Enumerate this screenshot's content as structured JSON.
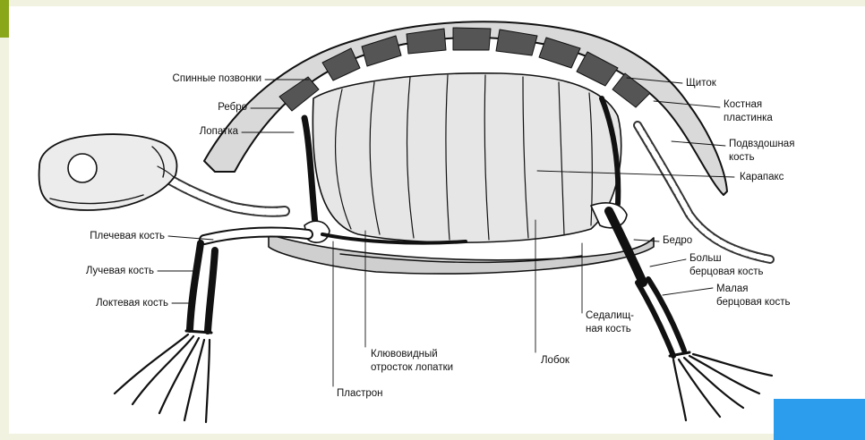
{
  "diagram": {
    "labels": {
      "spinnye_pozvonki": "Спинные позвонки",
      "rebro": "Ребро",
      "lopatka": "Лопатка",
      "plechevaya_kost": "Плечевая кость",
      "luchevaya_kost": "Лучевая кость",
      "loktevaya_kost": "Локтевая кость",
      "klyuvovidny_1": "Клювовидный",
      "klyuvovidny_2": "отросток лопатки",
      "plastron": "Пластрон",
      "lobok": "Лобок",
      "sedalishch_1": "Седалищ-",
      "sedalishch_2": "ная кость",
      "shchitok": "Щиток",
      "kostnaya_1": "Костная",
      "kostnaya_2": "пластинка",
      "podvzdoshnaya_1": "Подвздошная",
      "podvzdoshnaya_2": "кость",
      "karapaks": "Карапакс",
      "bedro": "Бедро",
      "bolsh_1": "Больш",
      "bolsh_2": "берцовая кость",
      "malaya_1": "Малая",
      "malaya_2": "берцовая кость"
    }
  },
  "colors": {
    "frame": "#f1f2df",
    "frame_accent": "#8aa71a",
    "ink": "#111111",
    "shell_shade": "#cfcfcf",
    "nav_button": "#2c9ded"
  }
}
